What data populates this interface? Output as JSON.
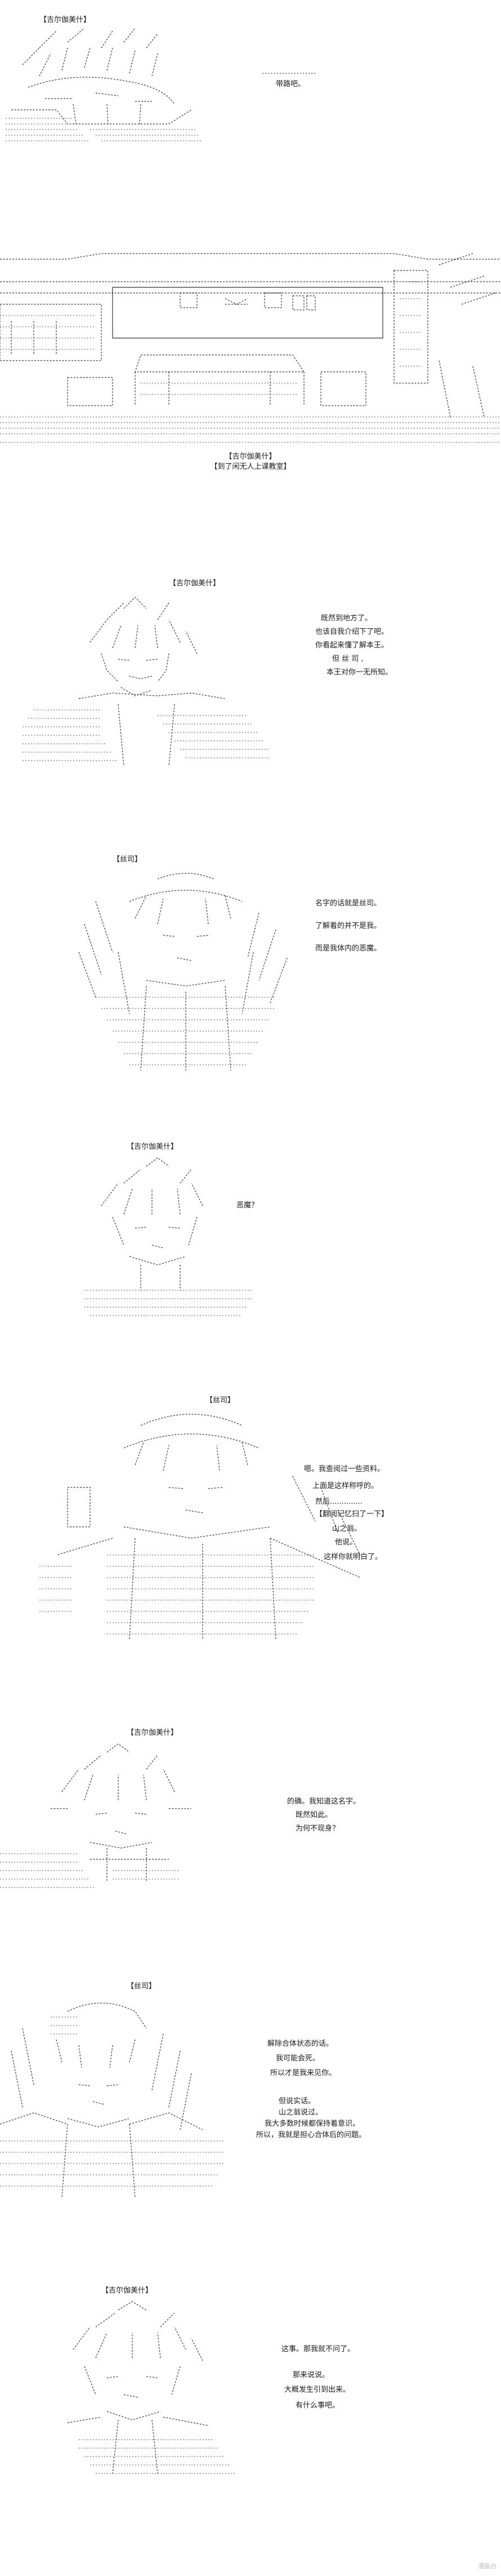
{
  "scene_top": {
    "speaker": "【吉尔伽美什】",
    "dots": "...................",
    "line": "带路吧。"
  },
  "scene_classroom": {
    "caption_speaker": "【吉尔伽美什】",
    "caption_line": "【到了闲无人上课教室】"
  },
  "panels": [
    {
      "speaker": "【吉尔伽美什】",
      "lines": [
        "既然到地方了。",
        "也该自我介绍下了吧。",
        "你看起来懂了解本王。",
        "但 丝 司 ,",
        "本王对你一无所知。"
      ]
    },
    {
      "speaker": "【丝司】",
      "lines": [
        "名字的话就是丝司。",
        "了解着的并不是我。",
        "而是我体内的恶魔。"
      ]
    },
    {
      "speaker": "【吉尔伽美什】",
      "lines": [
        "恶魔？"
      ]
    },
    {
      "speaker": "【丝司】",
      "lines": [
        "嗯。我查阅过一些资料。",
        "上面是这样称呼的。",
        "然后..............",
        "【翻阅记忆扫了一下】",
        "山之翁。",
        "他说。",
        "这样你就明白了。"
      ]
    },
    {
      "speaker": "【吉尔伽美什】",
      "lines": [
        "的确。我知道这名字。",
        "既然如此。",
        "为何不现身？"
      ]
    },
    {
      "speaker": "【丝司】",
      "lines": [
        "解除合体状态的话。",
        "我可能会死。",
        "所以才是我来见你。",
        "",
        "但说实话。",
        "山之翁说过。",
        "我大多数时候都保持着意识。",
        "所以，我就是担心合体后的问题。"
      ]
    },
    {
      "speaker": "【吉尔伽美什】",
      "lines": [
        "这事。那我就不问了。",
        "",
        "那来说说。",
        "大概发生引到出来。",
        "有什么事吧。"
      ]
    }
  ],
  "footer": {
    "credit": "漫画台"
  }
}
